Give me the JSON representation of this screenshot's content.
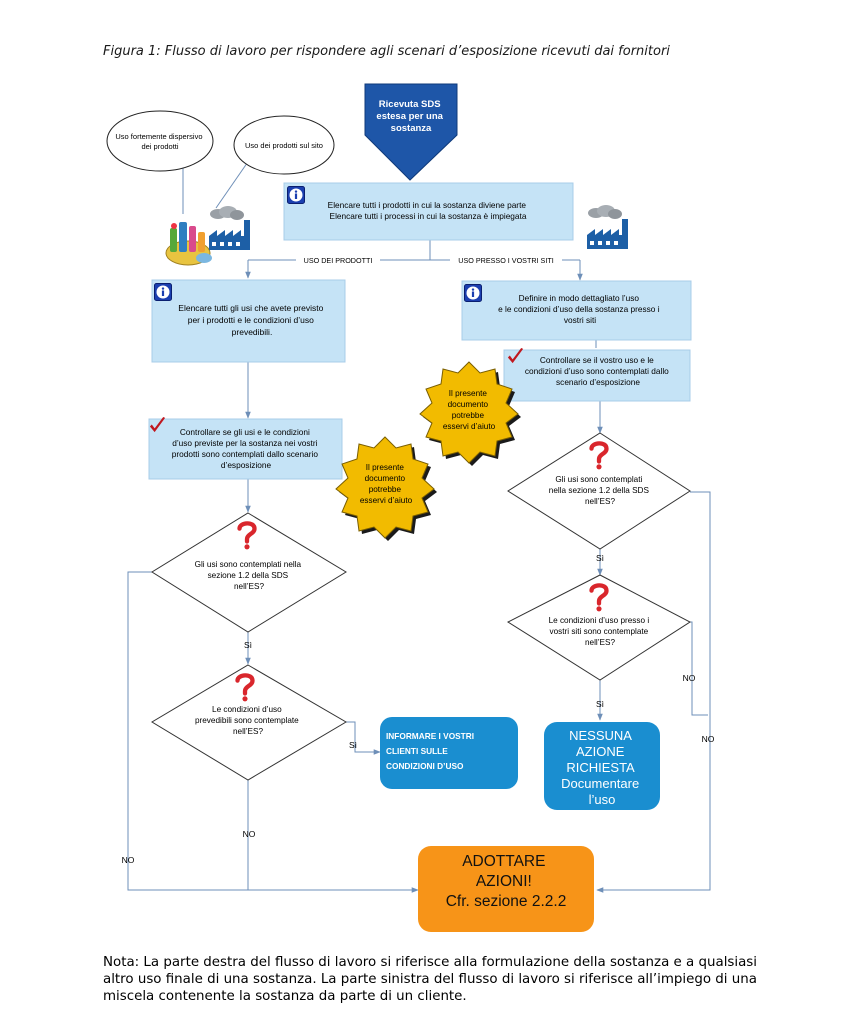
{
  "caption": "Figura 1: Flusso di lavoro per rispondere agli scenari d’esposizione ricevuti dai fornitori",
  "start": [
    "Ricevuta SDS",
    "estesa per una",
    "sostanza"
  ],
  "bubbles": {
    "dispersive": [
      "Uso fortemente dispersivo",
      "dei prodotti"
    ],
    "on_site": [
      "Uso dei prodotti sul sito"
    ]
  },
  "list_box": [
    "Elencare tutti i prodotti in cui la sostanza diviene parte",
    "Elencare tutti i processi in cui la sostanza è impiegata"
  ],
  "branch_labels": {
    "products": "USO DEI PRODOTTI",
    "sites": "USO PRESSO I VOSTRI SITI"
  },
  "left": {
    "list_uses": [
      "Elencare tutti gli usi che avete previsto",
      "per i prodotti e le condizioni d’uso",
      "prevedibili."
    ],
    "check": [
      "Controllare se gli usi e le condizioni",
      "d’uso previste per la sostanza nei vostri",
      "prodotti sono contemplati dallo scenario",
      "d’esposizione"
    ],
    "help": [
      "Il presente",
      "documento",
      "potrebbe",
      "esservi d’aiuto"
    ],
    "q1": [
      "Gli usi sono contemplati nella",
      "sezione 1.2 della SDS",
      "nell’ES?"
    ],
    "q2": [
      "Le condizioni d’uso",
      "prevedibili sono contemplate",
      "nell’ES?"
    ],
    "yes1": "Sì",
    "yes2": "Sì",
    "no1": "NO",
    "no2": "NO",
    "inform": [
      "INFORMARE I VOSTRI",
      "CLIENTI SULLE",
      "CONDIZIONI D’USO"
    ]
  },
  "right": {
    "define": [
      "Definire in modo dettagliato l’uso",
      "e le condizioni d’uso della sostanza presso i",
      "vostri siti"
    ],
    "check": [
      "Controllare se il vostro uso e le",
      "condizioni d’uso sono contemplati dallo",
      "scenario d’esposizione"
    ],
    "help": [
      "Il presente",
      "documento",
      "potrebbe",
      "esservi d’aiuto"
    ],
    "q1": [
      "Gli usi sono contemplati",
      "nella sezione 1.2 della SDS",
      "nell’ES?"
    ],
    "q2": [
      "Le condizioni d’uso presso i",
      "vostri siti sono contemplate",
      "nell’ES?"
    ],
    "yes1": "Sì",
    "yes2": "Sì",
    "no1": "NO",
    "no2": "NO",
    "no_action": [
      "NESSUNA",
      "AZIONE",
      "RICHIESTA",
      "Documentare",
      "l’uso"
    ]
  },
  "adopt": [
    "ADOTTARE",
    "AZIONI!",
    "Cfr. sezione 2.2.2"
  ],
  "note": "Nota: La parte destra del flusso di lavoro si riferisce alla formulazione della sostanza e a qualsiasi altro uso finale di una sostanza. La parte sinistra del flusso di lavoro si riferisce all’impiego di una miscela contenente la sostanza da parte di un cliente.",
  "colors": {
    "box": "#c5e3f6",
    "line": "#6e8fb8",
    "start": "#1e56a8",
    "starburst": "#f2bb00",
    "blue_box": "#1a8ed0",
    "orange": "#f79418",
    "check": "#c0181f",
    "question": "#d9262c"
  }
}
